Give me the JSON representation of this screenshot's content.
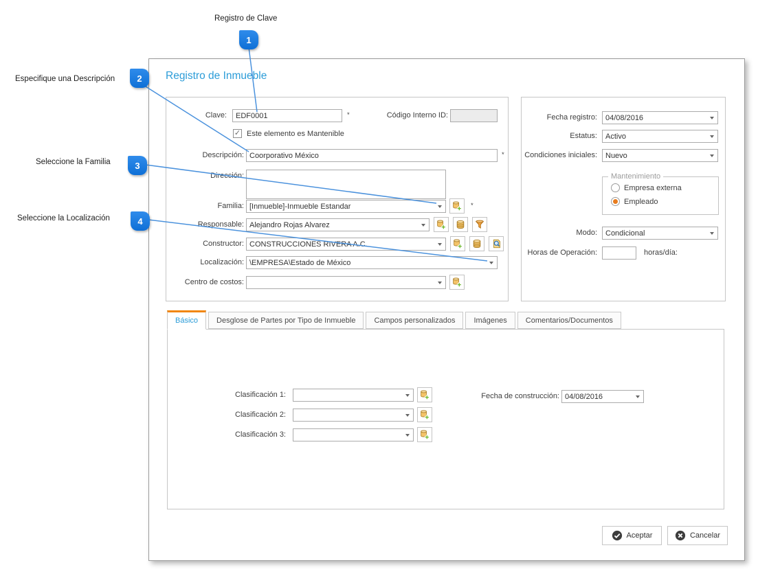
{
  "colors": {
    "balloon_blue": "#1a7de0",
    "callout_line_blue": "#4b92dd",
    "title_blue": "#2b9cd8",
    "active_tab_orange": "#f1860d",
    "radio_selected_orange": "#e87c1e"
  },
  "icons": {
    "add_icon": "database-add",
    "list_icon": "database",
    "filter_icon": "funnel",
    "search_icon": "magnifier-document",
    "accept_icon": "check-circle",
    "cancel_icon": "cross-circle",
    "dropdown_icon": "chevron-down"
  },
  "annotations": {
    "callout1": {
      "number": "1",
      "label": "Registro de Clave"
    },
    "callout2": {
      "number": "2",
      "label": "Especifique una Descripción"
    },
    "callout3": {
      "number": "3",
      "label": "Seleccione la Familia"
    },
    "callout4": {
      "number": "4",
      "label": "Seleccione la Localización"
    }
  },
  "dialog": {
    "title": "Registro de Inmueble",
    "form": {
      "clave": {
        "label": "Clave:",
        "value": "EDF0001",
        "required": "*"
      },
      "codigo_interno": {
        "label": "Código Interno ID:",
        "value": ""
      },
      "mantenible": {
        "label": "Este elemento es Mantenible",
        "checked": true
      },
      "descripcion": {
        "label": "Descripción:",
        "value": "Coorporativo México",
        "required": "*"
      },
      "direccion": {
        "label": "Dirección:",
        "value": ""
      },
      "familia": {
        "label": "Familia:",
        "value": "[Inmueble]-Inmueble Estandar",
        "required": "*"
      },
      "responsable": {
        "label": "Responsable:",
        "value": "Alejandro Rojas Alvarez"
      },
      "constructor": {
        "label": "Constructor:",
        "value": "CONSTRUCCIONES RIVERA A.C."
      },
      "localizacion": {
        "label": "Localización:",
        "value": "\\EMPRESA\\Estado de México"
      },
      "centro_costos": {
        "label": "Centro de costos:",
        "value": ""
      }
    },
    "side_panel": {
      "fecha_registro": {
        "label": "Fecha registro:",
        "value": "04/08/2016"
      },
      "estatus": {
        "label": "Estatus:",
        "value": "Activo"
      },
      "condiciones_iniciales": {
        "label": "Condiciones iniciales:",
        "value": "Nuevo"
      },
      "mantenimiento": {
        "legend": "Mantenimiento",
        "options": [
          {
            "label": "Empresa externa",
            "selected": false
          },
          {
            "label": "Empleado",
            "selected": true
          }
        ]
      },
      "modo": {
        "label": "Modo:",
        "value": "Condicional"
      },
      "horas_operacion": {
        "label": "Horas de Operación:",
        "value": "",
        "suffix": "horas/día:"
      }
    },
    "tabs": [
      {
        "label": "Básico",
        "active": true
      },
      {
        "label": "Desglose de Partes por Tipo de Inmueble",
        "active": false
      },
      {
        "label": "Campos personalizados",
        "active": false
      },
      {
        "label": "Imágenes",
        "active": false
      },
      {
        "label": "Comentarios/Documentos",
        "active": false
      }
    ],
    "basico_tab": {
      "clasificacion1": {
        "label": "Clasificación 1:",
        "value": ""
      },
      "clasificacion2": {
        "label": "Clasificación 2:",
        "value": ""
      },
      "clasificacion3": {
        "label": "Clasificación 3:",
        "value": ""
      },
      "fecha_construccion": {
        "label": "Fecha de construcción:",
        "value": "04/08/2016"
      }
    },
    "buttons": {
      "accept": "Aceptar",
      "cancel": "Cancelar"
    }
  }
}
